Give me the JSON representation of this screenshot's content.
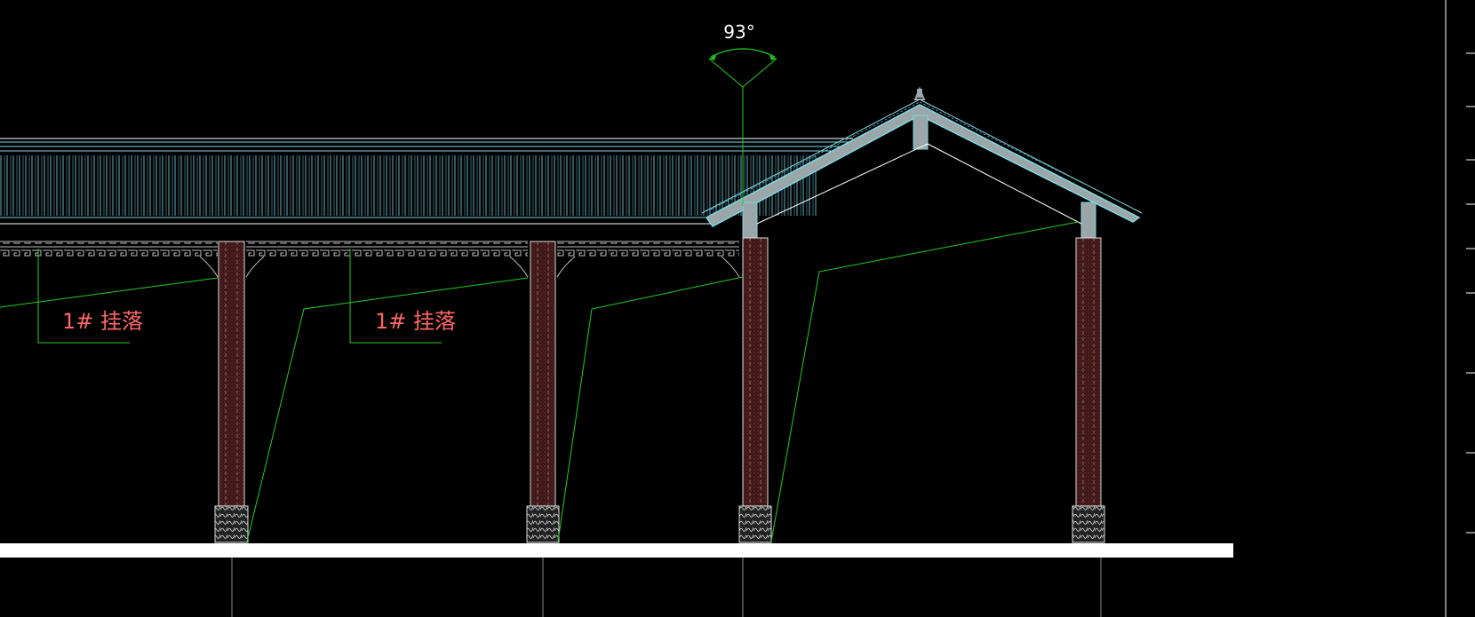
{
  "drawing": {
    "angle_label": "93°",
    "callouts": [
      {
        "text": "1# 挂落"
      },
      {
        "text": "1# 挂落"
      }
    ],
    "colors": {
      "background": "#000000",
      "dimension_green": "#22cc22",
      "leader_green": "#22cc22",
      "label_red": "#ff6666",
      "roof_cyan": "#7fd8e8",
      "roof_fill": "#9aa6a8",
      "column_brick": "#4a1e1e",
      "ground": "#ffffff",
      "lattice": "#c8c8c8"
    },
    "icons": [
      "cad-elevation-drawing"
    ]
  }
}
